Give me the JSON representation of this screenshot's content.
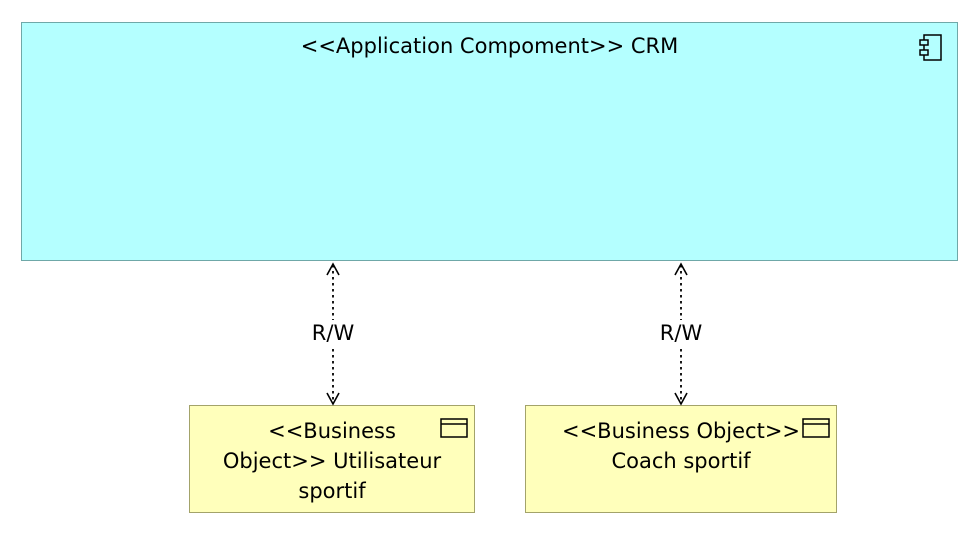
{
  "nodes": {
    "crm": {
      "title": "<<Application Compoment>> CRM",
      "fill": "#b4ffff",
      "icon": "component-icon"
    },
    "bo_user": {
      "title": "<<Business Object>> Utilisateur sportif",
      "fill": "#ffffbb",
      "icon": "business-object-icon"
    },
    "bo_coach": {
      "title": "<<Business Object>> Coach sportif",
      "fill": "#ffffbb",
      "icon": "business-object-icon"
    }
  },
  "edges": [
    {
      "from": "bo_user",
      "to": "crm",
      "label": "R/W",
      "style": "dotted-bidirectional-access"
    },
    {
      "from": "bo_coach",
      "to": "crm",
      "label": "R/W",
      "style": "dotted-bidirectional-access"
    }
  ]
}
